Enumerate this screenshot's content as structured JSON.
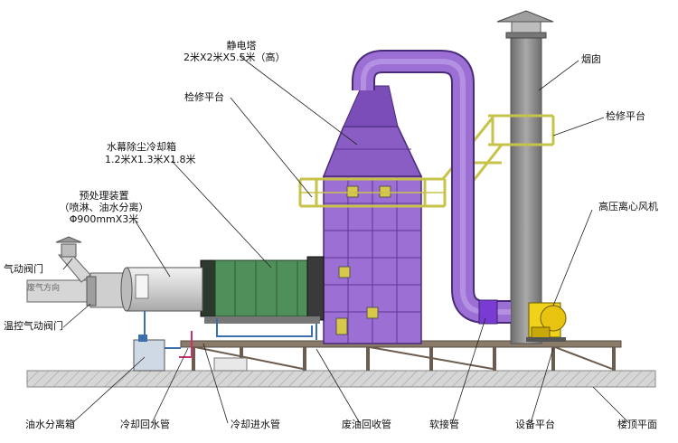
{
  "colors": {
    "tower": "#9b6fd3",
    "tower_dark": "#6f45a8",
    "duct": "#8a56c8",
    "platform": "#c7c34a",
    "stack": "#8e8e8e",
    "tank": "#4f8f5a",
    "tank_dark": "#2c3a2d",
    "prefilter": "#d9d9d9",
    "fan": "#f0d21a",
    "ground": "#c9c9c9",
    "base": "#8a7b6a"
  },
  "labels": {
    "tower_title": "静电塔",
    "tower_size": "2米X2米X5.5米（高）",
    "chimney": "烟囱",
    "platform_tower": "检修平台",
    "platform_stack": "检修平台",
    "tank_title": "水幕除尘冷却箱",
    "tank_size": "1.2米X1.3米X1.8米",
    "prefilter_title": "预处理装置",
    "prefilter_sub": "（喷淋、油水分离）",
    "prefilter_size": "Φ900mmX3米",
    "fan": "高压离心风机",
    "pneumatic_valve": "气动阀门",
    "temp_valve": "温控气动阀门",
    "oil_water_tank": "油水分离箱",
    "cool_return": "冷却回水管",
    "cool_inlet": "冷却进水管",
    "waste_oil": "废油回收管",
    "soft_joint": "软接管",
    "equip_platform": "设备平台",
    "roof": "楼顶平面",
    "duct_text": "废气方向"
  }
}
